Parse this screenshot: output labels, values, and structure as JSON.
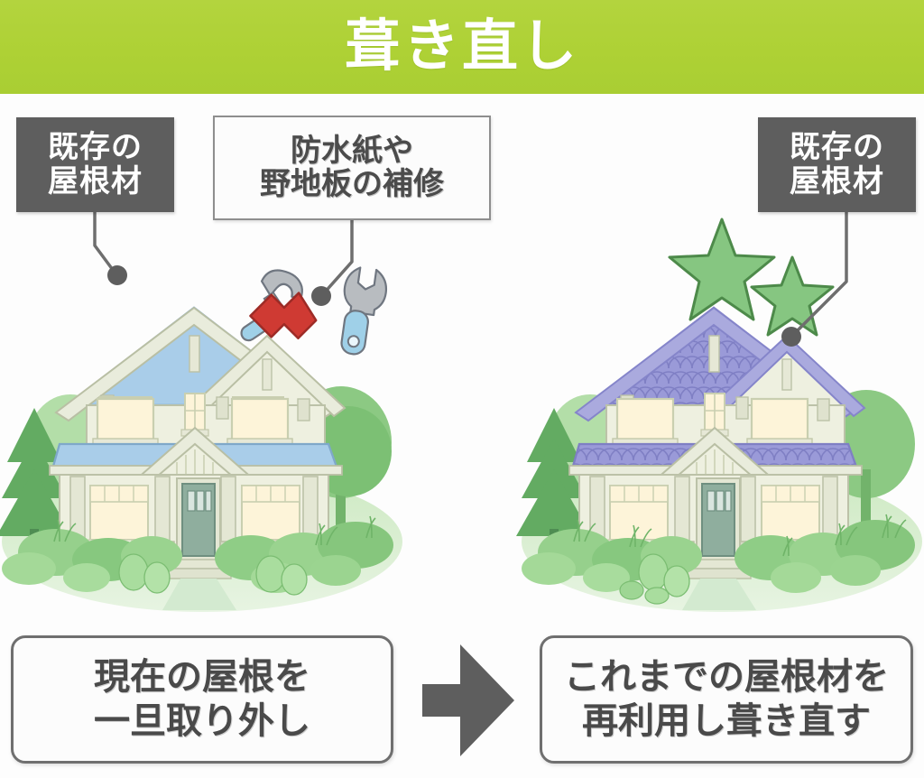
{
  "header": {
    "title": "葺き直し",
    "background_color": "#aed135",
    "text_color": "#ffffff"
  },
  "callouts": [
    {
      "id": "left-existing-roof-material",
      "style": "dark",
      "line1": "既存の",
      "line2": "屋根材",
      "background_color": "#5e5e5e",
      "text_color": "#ffffff"
    },
    {
      "id": "center-waterproof-repair",
      "style": "light",
      "line1": "防水紙や",
      "line2": "野地板の補修",
      "background_color": "#fcfcfc",
      "border_color": "#8e8e8e",
      "text_color": "#4c4c4c"
    },
    {
      "id": "right-existing-roof-material",
      "style": "dark",
      "line1": "既存の",
      "line2": "屋根材",
      "background_color": "#5e5e5e",
      "text_color": "#ffffff"
    }
  ],
  "captions": {
    "left": {
      "line1": "現在の屋根を",
      "line2": "一旦取り外し"
    },
    "right": {
      "line1": "これまでの屋根材を",
      "line2": "再利用し葺き直す"
    },
    "border_color": "#6f6f6f",
    "text_color": "#4a4a4a"
  },
  "icons": {
    "step_arrow": "arrow-right-icon",
    "removal_arrow": "arrow-down-left-icon",
    "hammer": "hammer-icon",
    "wrench": "wrench-icon",
    "star_large": "star-icon",
    "star_small": "star-icon"
  },
  "illustration": {
    "left_house": {
      "name": "house-before-illustration",
      "roof_color": "#a9cde9",
      "roof_ridge_color": "#6f9ec4",
      "wall_color": "#eef0e0",
      "window_color": "#fdf4d9",
      "door_color": "#8fae9e",
      "ground_color": "#d8eccd"
    },
    "right_house": {
      "name": "house-after-illustration",
      "roof_color": "#9a9ad8",
      "roof_ridge_color": "#7e7ec6",
      "wall_color": "#eef0e0",
      "window_color": "#fdf4d9",
      "door_color": "#8fae9e",
      "ground_color": "#d8eccd"
    },
    "tools": {
      "hammer_head_color": "#b8bcc0",
      "hammer_handle_color": "#9fd0e8",
      "wrench_head_color": "#b8bcc0",
      "wrench_handle_color": "#9fd0e8"
    },
    "removal_arrow_color": "#cf3a33",
    "star_color": "#86c681",
    "star_outline_color": "#4d8a4a"
  },
  "leader_lines": {
    "color": "#6e6e6e",
    "dot_color": "#5e5e5e"
  }
}
